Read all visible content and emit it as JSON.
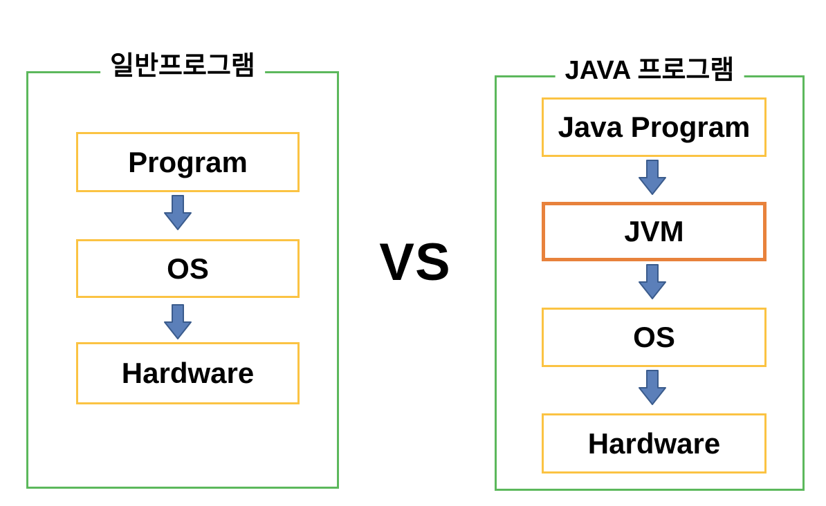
{
  "diagram": {
    "vs_label": "VS",
    "left_panel": {
      "title": "일반프로그램",
      "boxes": [
        {
          "label": "Program"
        },
        {
          "label": "OS"
        },
        {
          "label": "Hardware"
        }
      ]
    },
    "right_panel": {
      "title": "JAVA 프로그램",
      "boxes": [
        {
          "label": "Java Program"
        },
        {
          "label": "JVM",
          "highlighted": true
        },
        {
          "label": "OS"
        },
        {
          "label": "Hardware"
        }
      ]
    },
    "colors": {
      "panel_border": "#5CB85C",
      "box_border": "#FBC343",
      "jvm_border": "#E8823C",
      "arrow_fill": "#5B7FB9",
      "arrow_outline": "#3A5B8C",
      "text": "#000000",
      "background": "#FFFFFF"
    }
  }
}
